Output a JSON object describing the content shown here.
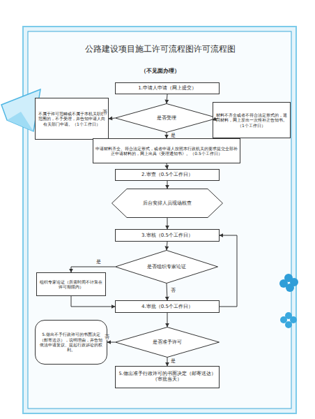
{
  "diagram": {
    "title": "公路建设项目施工许可流程图许可流程图",
    "nodes": [
      {
        "text": [
          "1.申请人申请（网上提交）"
        ]
      },
      {
        "text": [
          "是否受理"
        ]
      },
      {
        "text": [
          "不属于许可范畴或不属于本机关职权范围的，不予受理，并告知申请人向有关部门申请。（1个工作日）"
        ]
      },
      {
        "text": [
          "材料不齐全或者不符合法定形式的，退回材料，网上发出一次性补正告知书。（1个工作日）"
        ]
      },
      {
        "text": [
          "申请材料齐全、符合法定形式，或者申请人按照本行政机关的要求提交全部补正申请材料的，网上出具《受理通知书》。（0.5个工作日）"
        ]
      },
      {
        "text": [
          "2.审查（0.5个工作日）"
        ]
      },
      {
        "text": [
          "后台安排人员现场核查"
        ]
      },
      {
        "text": [
          "3.审核（0.5个工作日）"
        ]
      },
      {
        "text": [
          "是否组织专家论证"
        ]
      },
      {
        "text": [
          "组织专家论证（所需时间不计算在许可期限内）"
        ]
      },
      {
        "text": [
          "4.审批（0.5个工作日）"
        ]
      },
      {
        "text": [
          "是否准予许可"
        ]
      },
      {
        "text": [
          "5.做出不予行政许可的书面决定（邮寄送达），说明理由，并告知依法申请复议、提起行政诉讼的权利。"
        ]
      },
      {
        "text": [
          "5.做出准予行政许可的书面决定（邮寄送达）（审批当天）"
        ]
      }
    ],
    "edges": [
      {
        "from": 0,
        "to": 1,
        "arrow": "to"
      },
      {
        "from": 1,
        "to": 2,
        "label": "否",
        "arrow": "to"
      },
      {
        "from": 1,
        "to": 3,
        "arrow": "to"
      },
      {
        "from": 1,
        "to": 4,
        "label": "是",
        "arrow": "to"
      },
      {
        "from": 4,
        "to": 5,
        "arrow": "to"
      },
      {
        "from": 5,
        "to": 6,
        "arrow": "to"
      },
      {
        "from": 6,
        "to": 7,
        "arrow": "to"
      },
      {
        "from": 7,
        "to": 8,
        "arrow": "to"
      },
      {
        "from": 8,
        "to": 9,
        "label": "是",
        "arrow": "to"
      },
      {
        "from": 8,
        "to": 10,
        "label": "否",
        "arrow": "to"
      },
      {
        "from": 9,
        "to": 10,
        "arrow": "to"
      },
      {
        "from": 10,
        "to": 7,
        "arrow": "to"
      },
      {
        "from": 10,
        "to": 11,
        "arrow": "to"
      },
      {
        "from": 11,
        "to": 12,
        "label": "否",
        "arrow": "to"
      },
      {
        "from": 11,
        "to": 13,
        "label": "是",
        "arrow": "to"
      }
    ],
    "labels": [
      "（不见面办理）"
    ]
  }
}
